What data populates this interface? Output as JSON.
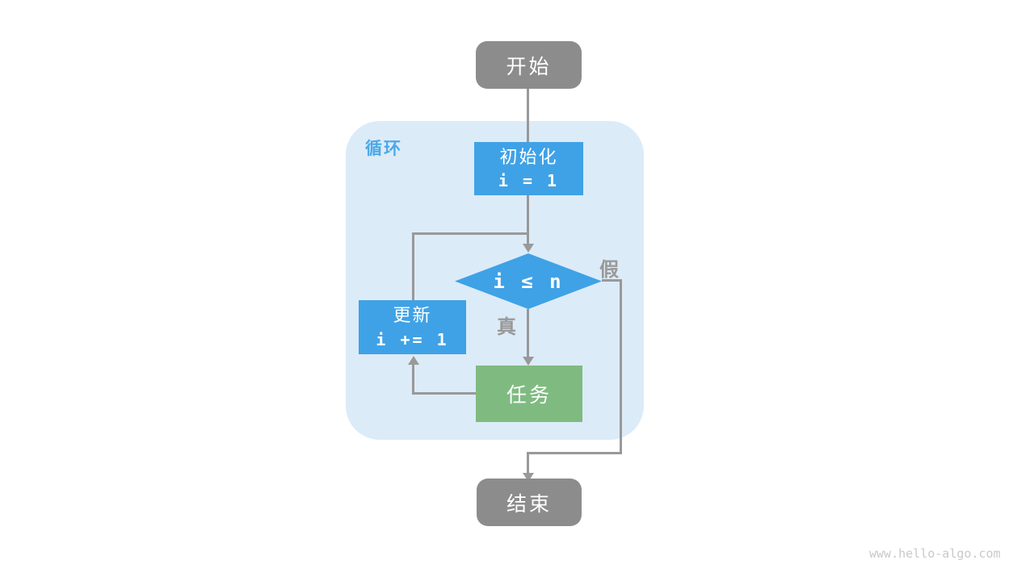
{
  "diagram": {
    "loop_container": {
      "label": "循环"
    },
    "nodes": {
      "start": {
        "label": "开始"
      },
      "init": {
        "title": "初始化",
        "code": "i = 1"
      },
      "condition": {
        "label": "i ≤ n"
      },
      "update": {
        "title": "更新",
        "code": "i += 1"
      },
      "task": {
        "label": "任务"
      },
      "end": {
        "label": "结束"
      }
    },
    "edge_labels": {
      "true": "真",
      "false": "假"
    },
    "colors": {
      "process_blue": "#3fa2e6",
      "task_green": "#7fbb80",
      "terminal_gray": "#8c8c8c",
      "loop_bg": "#dcebf8",
      "loop_label_blue": "#4ba8e8",
      "connector_gray": "#999999"
    }
  },
  "watermark": "www.hello-algo.com"
}
